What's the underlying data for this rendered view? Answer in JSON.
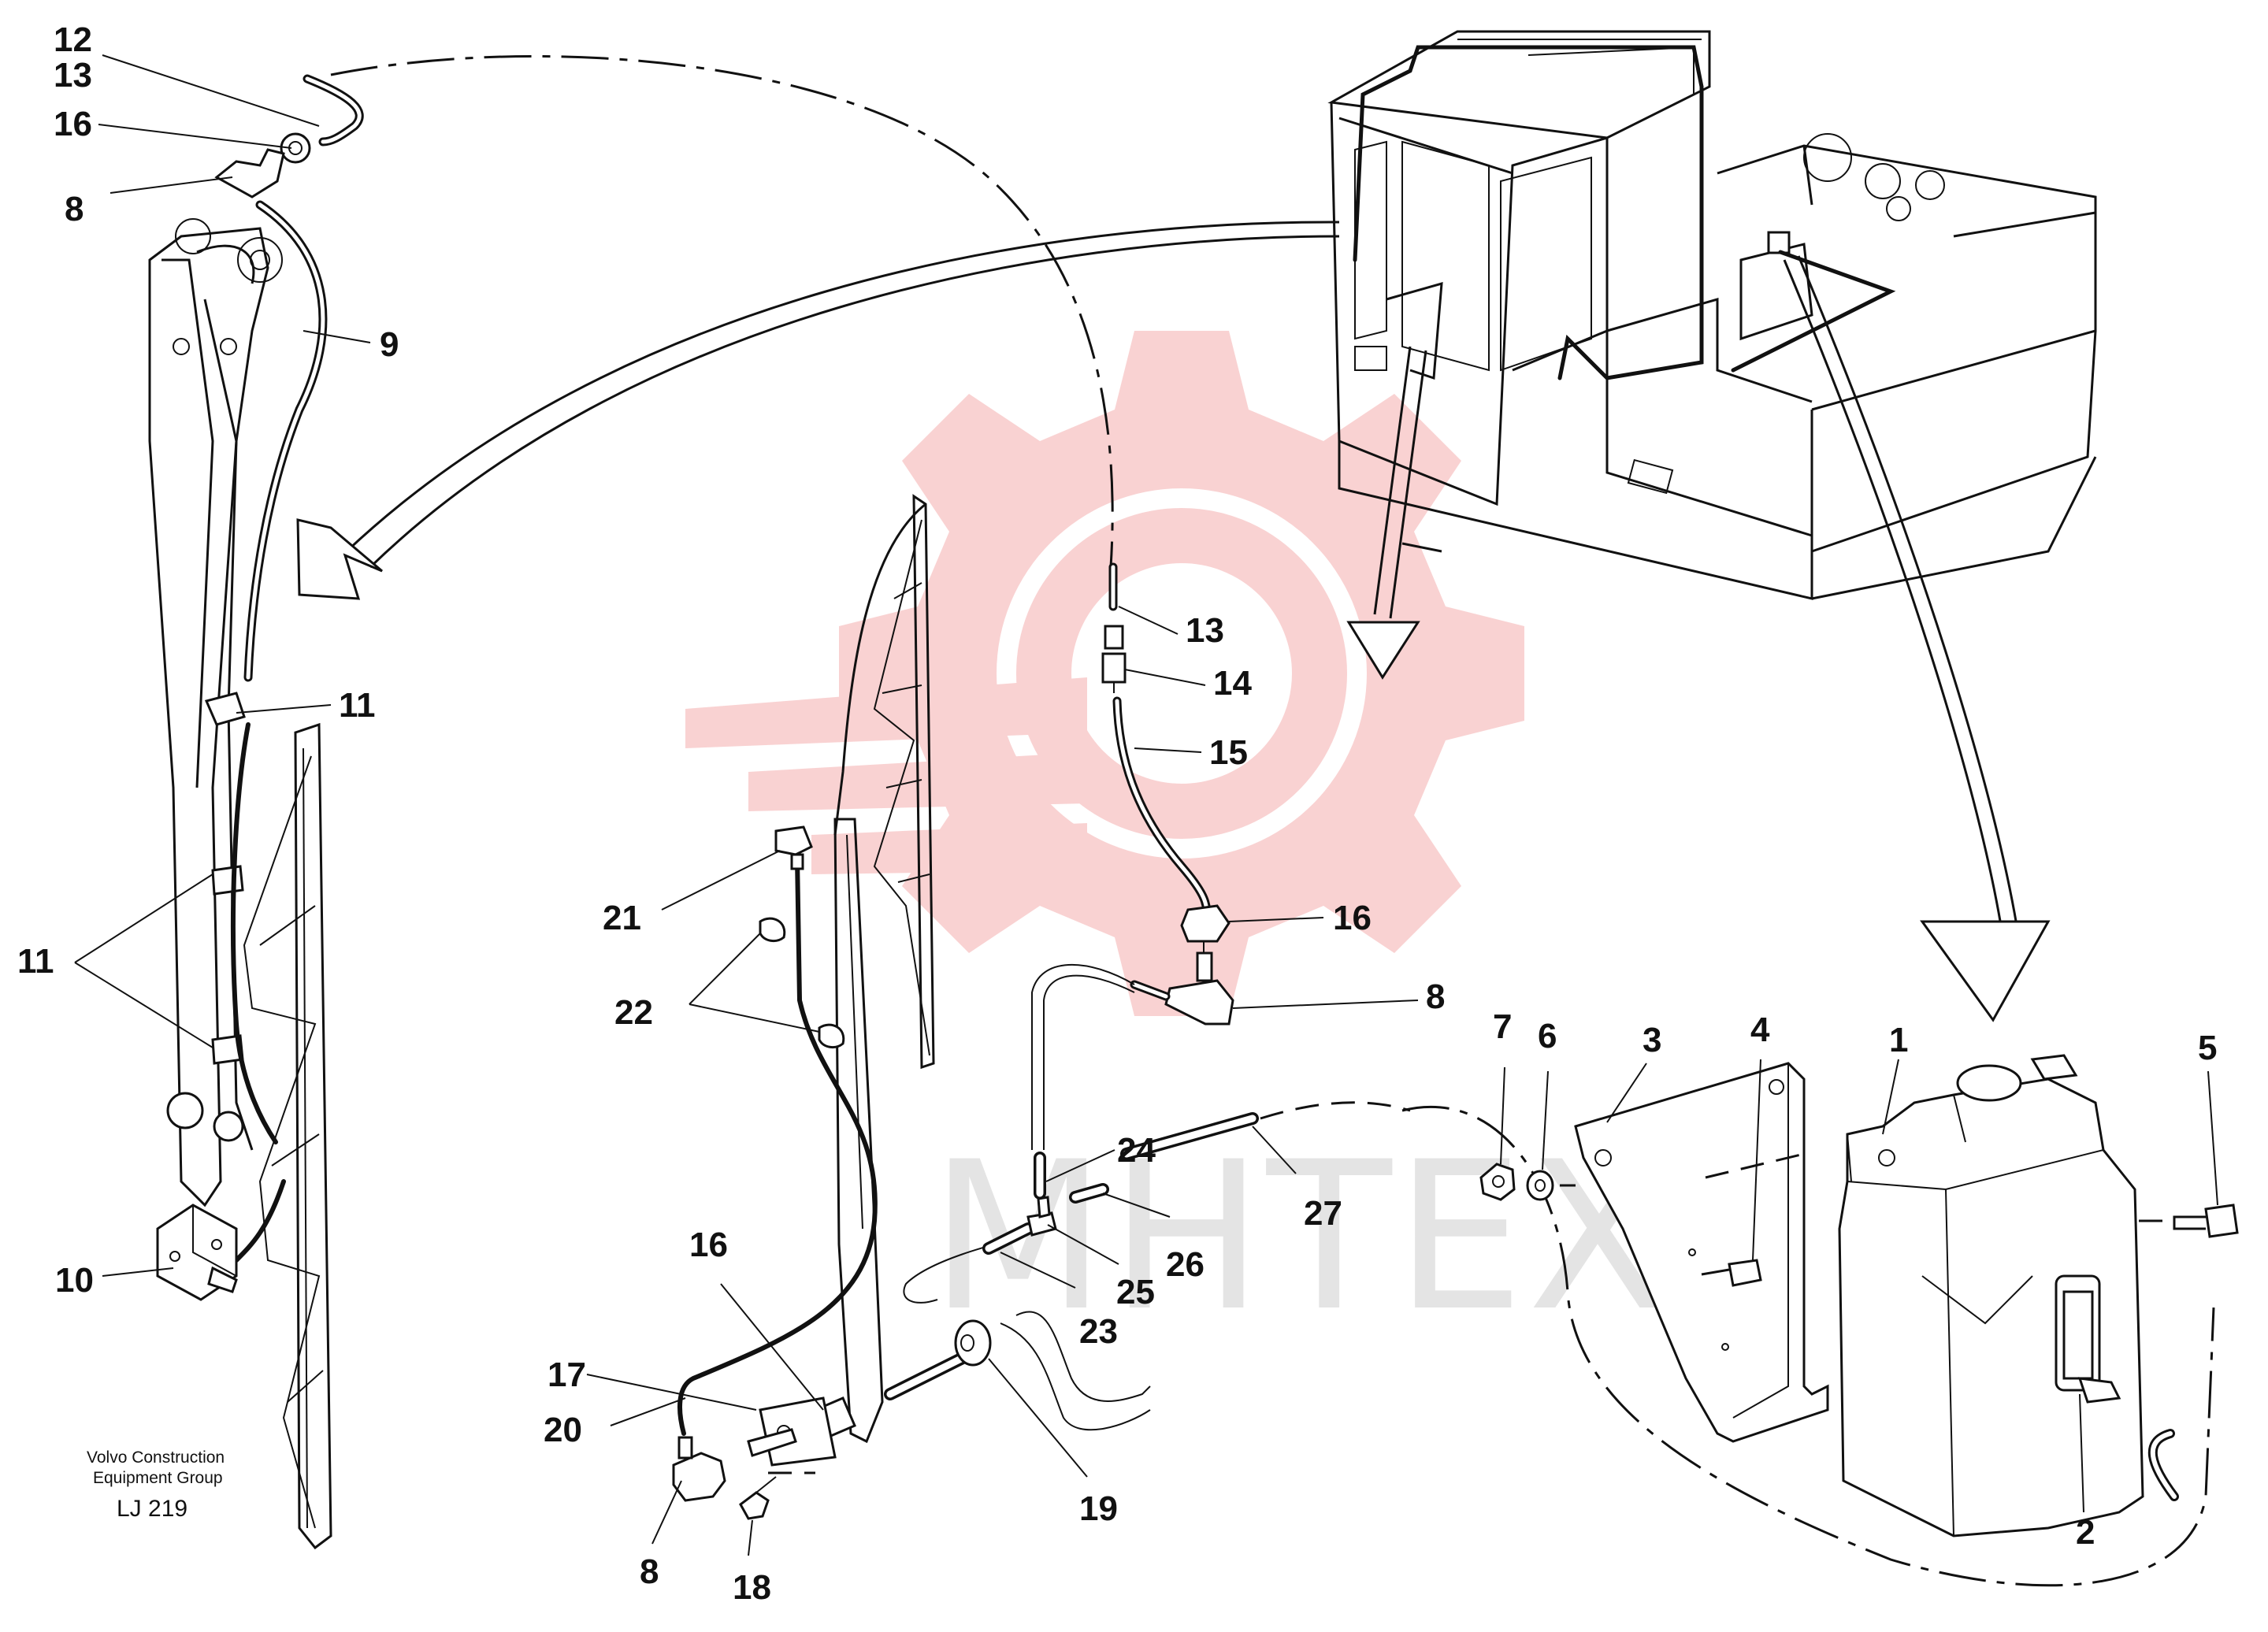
{
  "labels": [
    {
      "text": "12",
      "name": "12"
    },
    {
      "text": "13",
      "name": "13-top"
    },
    {
      "text": "16",
      "name": "16-top"
    },
    {
      "text": "8",
      "name": "8-top"
    },
    {
      "text": "9",
      "name": "9"
    },
    {
      "text": "11",
      "name": "11-upper"
    },
    {
      "text": "11",
      "name": "11-left"
    },
    {
      "text": "10",
      "name": "10"
    },
    {
      "text": "13",
      "name": "13-mid"
    },
    {
      "text": "14",
      "name": "14"
    },
    {
      "text": "15",
      "name": "15"
    },
    {
      "text": "16",
      "name": "16-mid"
    },
    {
      "text": "8",
      "name": "8-mid"
    },
    {
      "text": "21",
      "name": "21"
    },
    {
      "text": "22",
      "name": "22"
    },
    {
      "text": "24",
      "name": "24"
    },
    {
      "text": "27",
      "name": "27"
    },
    {
      "text": "26",
      "name": "26"
    },
    {
      "text": "25",
      "name": "25"
    },
    {
      "text": "23",
      "name": "23"
    },
    {
      "text": "16",
      "name": "16-low"
    },
    {
      "text": "17",
      "name": "17"
    },
    {
      "text": "20",
      "name": "20"
    },
    {
      "text": "8",
      "name": "8-low"
    },
    {
      "text": "18",
      "name": "18"
    },
    {
      "text": "19",
      "name": "19"
    },
    {
      "text": "7",
      "name": "7"
    },
    {
      "text": "6",
      "name": "6"
    },
    {
      "text": "3",
      "name": "3"
    },
    {
      "text": "4",
      "name": "4"
    },
    {
      "text": "1",
      "name": "1"
    },
    {
      "text": "5",
      "name": "5"
    },
    {
      "text": "2",
      "name": "2"
    }
  ],
  "footer": {
    "company_line1": "Volvo Construction",
    "company_line2": "Equipment Group",
    "code": "LJ 219"
  },
  "watermark": {
    "text": "MHTEX",
    "logo_color": "#f3a0a0"
  }
}
